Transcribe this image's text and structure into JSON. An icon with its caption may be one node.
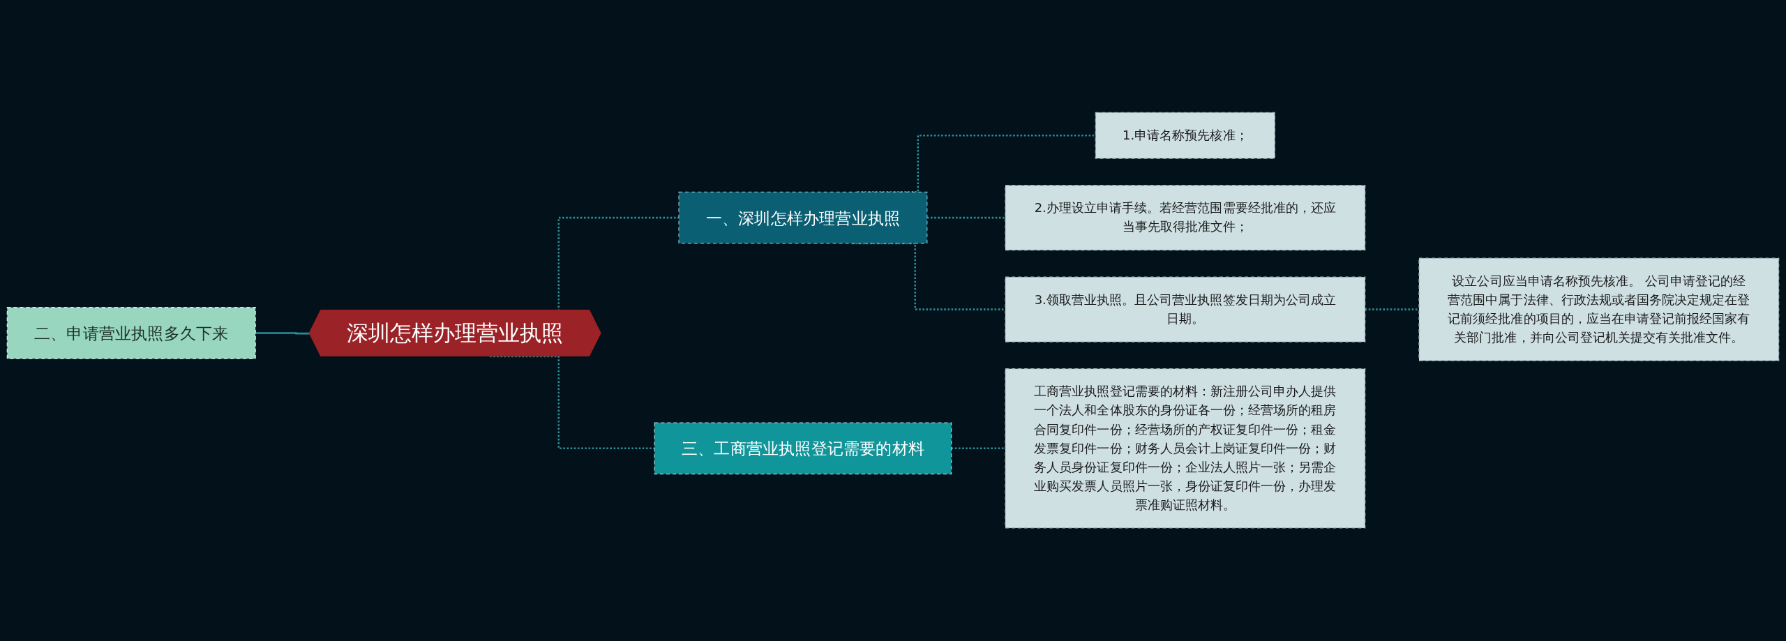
{
  "diagram": {
    "nodes": [
      {
        "text": [
          "深圳怎样办理营业执照"
        ]
      },
      {
        "text": [
          "一、深圳怎样办理营业执照"
        ]
      },
      {
        "text": [
          "1.申请名称预先核准；"
        ]
      },
      {
        "text": [
          "2.办理设立申请手续。若经营范围需要经批准的，还应当事先取得批准文件；"
        ]
      },
      {
        "text": [
          "3.领取营业执照。且公司营业执照签发日期为公司成立日期。"
        ]
      },
      {
        "text": [
          "设立公司应当申请名称预先核准。 公司申请登记的经营范围中属于法律、行政法规或者国务院决定规定在登记前须经批准的项目的，应当在申请登记前报经国家有关部门批准，并向公司登记机关提交有关批准文件。"
        ]
      },
      {
        "text": [
          "三、工商营业执照登记需要的材料"
        ]
      },
      {
        "text": [
          "工商营业执照登记需要的材料：新注册公司申办人提供一个法人和全体股东的身份证各一份；经营场所的租房合同复印件一份；经营场所的产权证复印件一份；租金发票复印件一份；财务人员会计上岗证复印件一份；财务人员身份证复印件一份；企业法人照片一张；另需企业购买发票人员照片一张，身份证复印件一份，办理发票准购证照材料。"
        ]
      },
      {
        "text": [
          "二、申请营业执照多久下来"
        ]
      }
    ],
    "edges": [
      {
        "from": 8,
        "to": 0,
        "arrow": "none"
      },
      {
        "from": 0,
        "to": 1,
        "arrow": "none",
        "style": "dashed"
      },
      {
        "from": 1,
        "to": 2,
        "arrow": "none",
        "style": "dashed"
      },
      {
        "from": 1,
        "to": 3,
        "arrow": "none",
        "style": "dashed"
      },
      {
        "from": 1,
        "to": 4,
        "arrow": "none",
        "style": "dashed"
      },
      {
        "from": 4,
        "to": 5,
        "arrow": "none",
        "style": "dashed"
      },
      {
        "from": 0,
        "to": 6,
        "arrow": "none",
        "style": "dashed"
      },
      {
        "from": 6,
        "to": 7,
        "arrow": "none",
        "style": "dashed"
      }
    ]
  }
}
